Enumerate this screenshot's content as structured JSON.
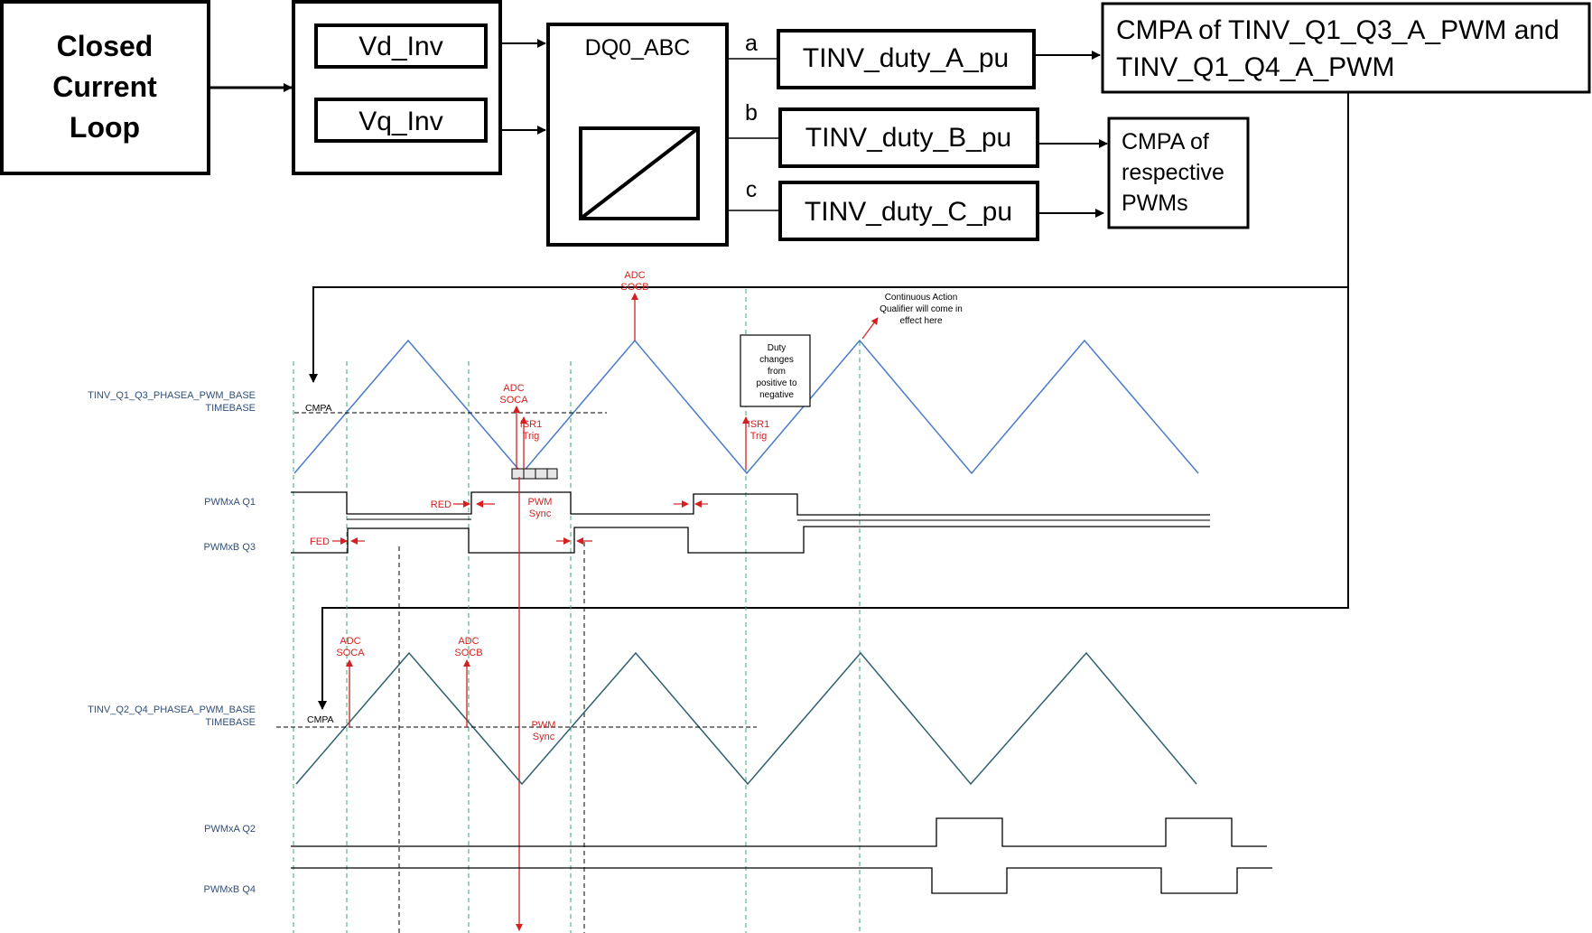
{
  "blocks": {
    "closed_current_loop": [
      "Closed",
      "Current",
      "Loop"
    ],
    "vd_inv": "Vd_Inv",
    "vq_inv": "Vq_Inv",
    "dq0_abc": "DQ0_ABC",
    "port_a": "a",
    "port_b": "b",
    "port_c": "c",
    "duty_a": "TINV_duty_A_pu",
    "duty_b": "TINV_duty_B_pu",
    "duty_c": "TINV_duty_C_pu",
    "cmpa_a": [
      "CMPA of TINV_Q1_Q3_A_PWM and",
      "TINV_Q1_Q4_A_PWM"
    ],
    "cmpa_resp": [
      "CMPA of",
      "respective",
      "PWMs"
    ]
  },
  "timing": {
    "tb1_name": [
      "TINV_Q1_Q3_PHASEA_PWM_BASE",
      "TIMEBASE"
    ],
    "tb2_name": [
      "TINV_Q2_Q4_PHASEA_PWM_BASE",
      "TIMEBASE"
    ],
    "cmpa": "CMPA",
    "pwmxa_q1": "PWMxA Q1",
    "pwmxb_q3": "PWMxB Q3",
    "pwmxa_q2": "PWMxA Q2",
    "pwmxb_q4": "PWMxB Q4",
    "adc_socb": [
      "ADC",
      "SOCB"
    ],
    "adc_soca": [
      "ADC",
      "SOCA"
    ],
    "isr1_trig": [
      "ISR1",
      "Trig"
    ],
    "pwm_sync": [
      "PWM",
      "Sync"
    ],
    "red": "RED",
    "fed": "FED",
    "duty_note": [
      "Duty",
      "changes",
      "from",
      "positive to",
      "negative"
    ],
    "caq_note": [
      "Continuous Action",
      "Qualifier will come in",
      "effect here"
    ]
  },
  "colors": {
    "upper_carrier": "#4a7cc7",
    "lower_carrier": "#2f5f6f",
    "annotation": "#d42020",
    "marker": "#3aa876",
    "signal_label": "#2f4f7a"
  }
}
